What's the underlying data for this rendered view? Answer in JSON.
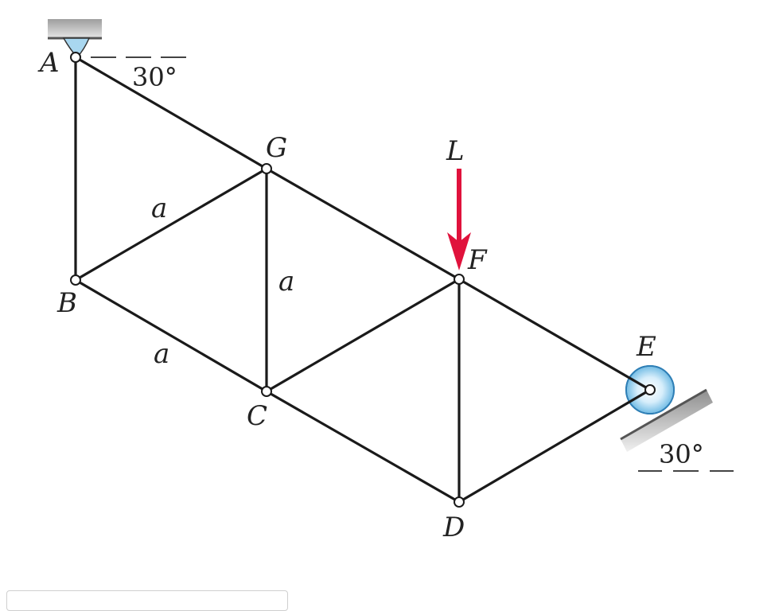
{
  "diagram": {
    "joints": {
      "A": "A",
      "B": "B",
      "C": "C",
      "D": "D",
      "E": "E",
      "F": "F",
      "G": "G"
    },
    "load_label": "L",
    "member_length_label": "a",
    "support_A_angle": "30°",
    "support_E_angle": "30°",
    "colors": {
      "member": "#1a1a1a",
      "load_arrow": "#e0123c",
      "support_fill": "#a9d7f0",
      "ground": "#b8b8b8"
    }
  }
}
